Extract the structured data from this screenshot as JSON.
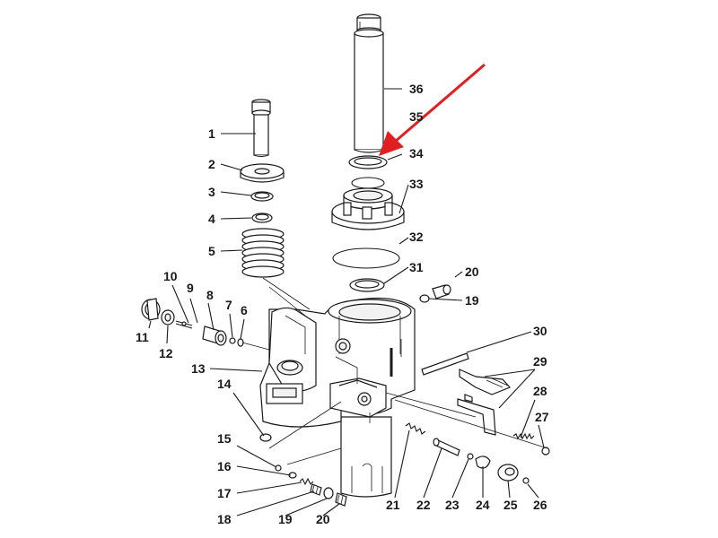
{
  "diagram": {
    "callouts": [
      "1",
      "2",
      "3",
      "4",
      "5",
      "6",
      "7",
      "8",
      "9",
      "10",
      "11",
      "12",
      "13",
      "14",
      "15",
      "16",
      "17",
      "18",
      "19",
      "20",
      "21",
      "22",
      "23",
      "24",
      "25",
      "26",
      "27",
      "28",
      "29",
      "30",
      "31",
      "32",
      "33",
      "34",
      "35",
      "36",
      "19",
      "20"
    ],
    "arrow_color": "#e02020",
    "line_color": "#1a1a1a"
  }
}
